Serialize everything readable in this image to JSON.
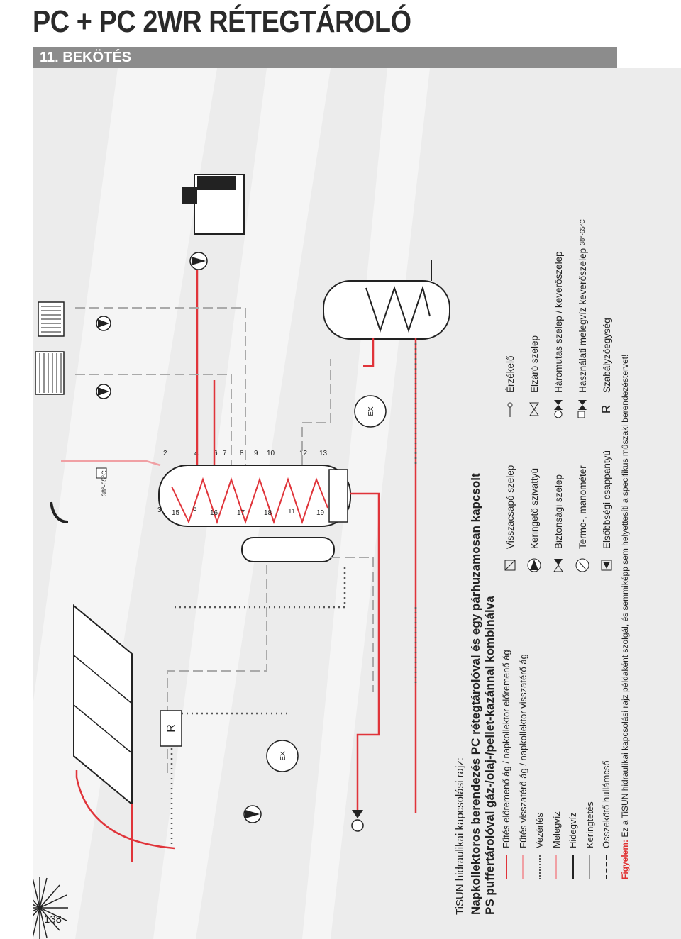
{
  "header": {
    "title": "PC + PC 2WR RÉTEGTÁROLÓ",
    "section": "11. BEKÖTÉS"
  },
  "page_number": "138",
  "legend": {
    "intro": "TiSUN hidraulikai kapcsolási rajz:",
    "heading": "Napkollektoros berendezés PC rétegtárolóval és egy párhuzamosan kapcsolt PS puffertárolóval gáz-/olaj-/pellet-kazánnal kombinálva",
    "lines": [
      {
        "label": "Fűtés előremenő ág / napkollektor előremenő ág",
        "color": "#e0343a",
        "style": "solid"
      },
      {
        "label": "Fűtés visszatérő ág / napkollektor visszatérő ág",
        "color": "#f0a0a4",
        "style": "solid"
      },
      {
        "label": "Vezérlés",
        "color": "#555555",
        "style": "dotted"
      },
      {
        "label": "Melegvíz",
        "color": "#f0a0a4",
        "style": "solid"
      },
      {
        "label": "Hidegvíz",
        "color": "#222222",
        "style": "solid"
      },
      {
        "label": "Keringtetés",
        "color": "#999999",
        "style": "solid"
      },
      {
        "label": "Összekötő hullámcső",
        "color": "#222222",
        "style": "dashdot"
      }
    ],
    "symbols_col2": [
      {
        "label": "Visszacsapó szelep",
        "icon": "check-valve-icon"
      },
      {
        "label": "Keringető szivattyú",
        "icon": "pump-icon"
      },
      {
        "label": "Biztonsági szelep",
        "icon": "safety-valve-icon"
      },
      {
        "label": "Termo-, manométer",
        "icon": "gauge-icon"
      },
      {
        "label": "Elsőbbségi csappantyú",
        "icon": "priority-flap-icon"
      }
    ],
    "symbols_col3": [
      {
        "label": "Érzékelő",
        "icon": "sensor-icon"
      },
      {
        "label": "Elzáró szelep",
        "icon": "shutoff-valve-icon"
      },
      {
        "label": "Háromutas szelep / keverőszelep",
        "icon": "three-way-valve-icon"
      },
      {
        "label": "Használati melegvíz keverőszelep",
        "icon": "mixing-valve-icon",
        "sub": "38°-65°C"
      },
      {
        "label": "Szabályzóegység",
        "icon": "controller-icon",
        "symbol_text": "R"
      }
    ],
    "note_prefix": "Figyelem:",
    "note": "Ez a TiSUN hidraulikai kapcsolási rajz példaként szolgál, és semmiképp sem helyettesíti a specifikus műszaki berendezéstervet!"
  },
  "diagram": {
    "controller_label": "R",
    "expansion_label": "EX",
    "temp_range_label": "38°-65°C",
    "tank_numbers": [
      "2",
      "3",
      "4",
      "5",
      "6",
      "7",
      "8",
      "9",
      "10",
      "11",
      "12",
      "13",
      "15",
      "16",
      "17",
      "18",
      "19"
    ]
  },
  "colors": {
    "flow": "#e0343a",
    "return": "#f0a0a4",
    "control": "#555555",
    "circulation": "#999999",
    "section_bar": "#8c8c8c",
    "panel": "#ececec"
  }
}
